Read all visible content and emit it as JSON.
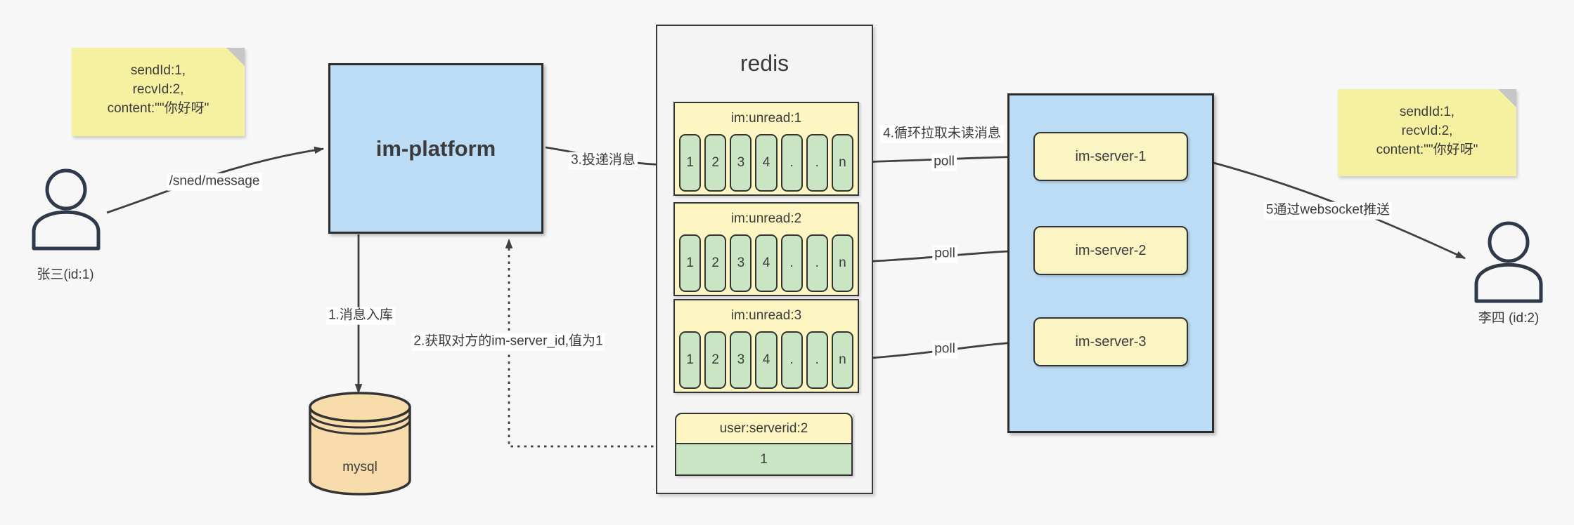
{
  "page": {
    "background": "#f7f7f7"
  },
  "actors": {
    "sender": {
      "name": "张三(id:1)"
    },
    "receiver": {
      "name": "李四 (id:2)"
    }
  },
  "notes": {
    "left": {
      "line1": "sendId:1,",
      "line2": "recvId:2,",
      "line3": "content:\"\"你好呀\""
    },
    "right": {
      "line1": "sendId:1,",
      "line2": "recvId:2,",
      "line3": "content:\"\"你好呀\""
    }
  },
  "platform": {
    "label": "im-platform"
  },
  "database": {
    "label": "mysql"
  },
  "redis": {
    "title": "redis",
    "lists": [
      {
        "title": "im:unread:1",
        "cells": [
          "1",
          "2",
          "3",
          "4",
          ".",
          ".",
          "n"
        ]
      },
      {
        "title": "im:unread:2",
        "cells": [
          "1",
          "2",
          "3",
          "4",
          ".",
          ".",
          "n"
        ]
      },
      {
        "title": "im:unread:3",
        "cells": [
          "1",
          "2",
          "3",
          "4",
          ".",
          ".",
          "n"
        ]
      }
    ],
    "kv": {
      "title": "user:serverid:2",
      "value": "1"
    }
  },
  "server_cluster": {
    "servers": [
      {
        "label": "im-server-1"
      },
      {
        "label": "im-server-2"
      },
      {
        "label": "im-server-3"
      }
    ]
  },
  "edge_labels": {
    "send": "/sned/message",
    "step1": "1.消息入库",
    "step2": "2.获取对方的im-server_id,值为1",
    "step3": "3.投递消息",
    "step4": "4.循环拉取未读消息",
    "step5": "5通过websocket推送",
    "poll1": "poll",
    "poll2": "poll",
    "poll3": "poll"
  },
  "colors": {
    "blue_fill": "#bcdcf5",
    "yellow_fill": "#fdf6c3",
    "green_fill": "#c9e5c4",
    "note_fill": "#f5f1a1",
    "db_fill": "#f8dcab",
    "stroke": "#3a3a3a"
  }
}
